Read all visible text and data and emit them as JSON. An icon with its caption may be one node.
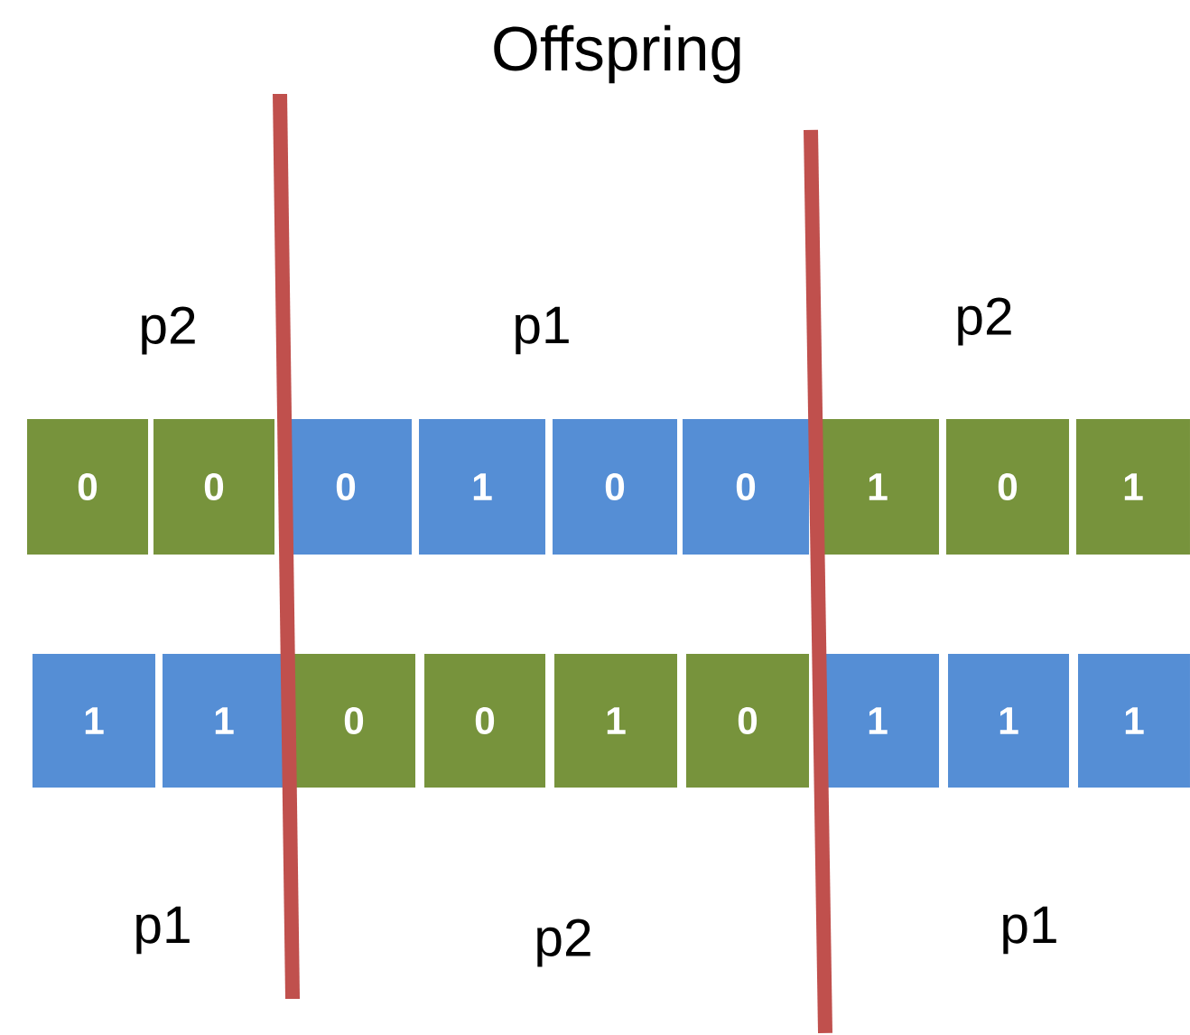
{
  "diagram": {
    "title": "Offspring",
    "nodes": [
      {
        "text": [
          "0"
        ]
      },
      {
        "text": [
          "0"
        ]
      },
      {
        "text": [
          "0"
        ]
      },
      {
        "text": [
          "1"
        ]
      },
      {
        "text": [
          "0"
        ]
      },
      {
        "text": [
          "0"
        ]
      },
      {
        "text": [
          "1"
        ]
      },
      {
        "text": [
          "0"
        ]
      },
      {
        "text": [
          "1"
        ]
      },
      {
        "text": [
          "1"
        ]
      },
      {
        "text": [
          "1"
        ]
      },
      {
        "text": [
          "0"
        ]
      },
      {
        "text": [
          "0"
        ]
      },
      {
        "text": [
          "1"
        ]
      },
      {
        "text": [
          "0"
        ]
      },
      {
        "text": [
          "1"
        ]
      },
      {
        "text": [
          "1"
        ]
      },
      {
        "text": [
          "1"
        ]
      }
    ],
    "labels": [
      "p2",
      "p1",
      "p2",
      "p1",
      "p2",
      "p1"
    ]
  }
}
